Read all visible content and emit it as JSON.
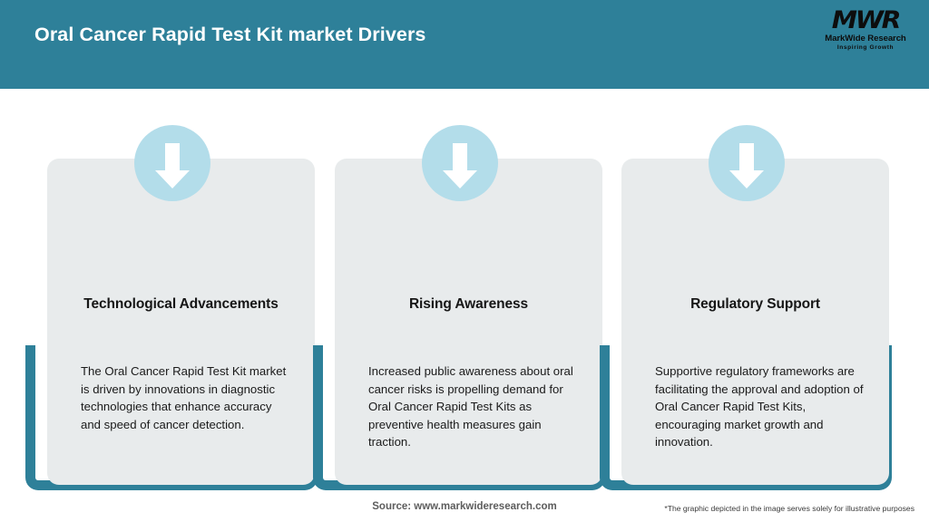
{
  "header": {
    "title": "Oral Cancer Rapid Test Kit market Drivers",
    "background_color": "#2e8099",
    "title_color": "#ffffff"
  },
  "logo": {
    "mark": "MWR",
    "name": "MarkWide Research",
    "tagline": "Inspiring Growth",
    "color": "#0d0d0d"
  },
  "cards": [
    {
      "icon": "down-arrow-icon",
      "title": "Technological Advancements",
      "body": "The Oral Cancer Rapid Test Kit market is driven by innovations in diagnostic technologies that enhance accuracy and speed of cancer detection."
    },
    {
      "icon": "down-arrow-icon",
      "title": "Rising Awareness",
      "body": "Increased public awareness about oral cancer risks is propelling demand for Oral Cancer Rapid Test Kits as preventive health measures gain traction."
    },
    {
      "icon": "down-arrow-icon",
      "title": "Regulatory Support",
      "body": "Supportive regulatory frameworks are facilitating the approval and adoption of Oral Cancer Rapid Test Kits, encouraging market growth and innovation."
    }
  ],
  "footer": {
    "source": "Source: www.markwideresearch.com",
    "disclaimer": "*The graphic depicted in the image serves solely for illustrative purposes"
  },
  "colors": {
    "accent_teal": "#2e8099",
    "card_background": "#e8ebec",
    "icon_circle": "#b3ddea",
    "icon_arrow": "#ffffff"
  }
}
